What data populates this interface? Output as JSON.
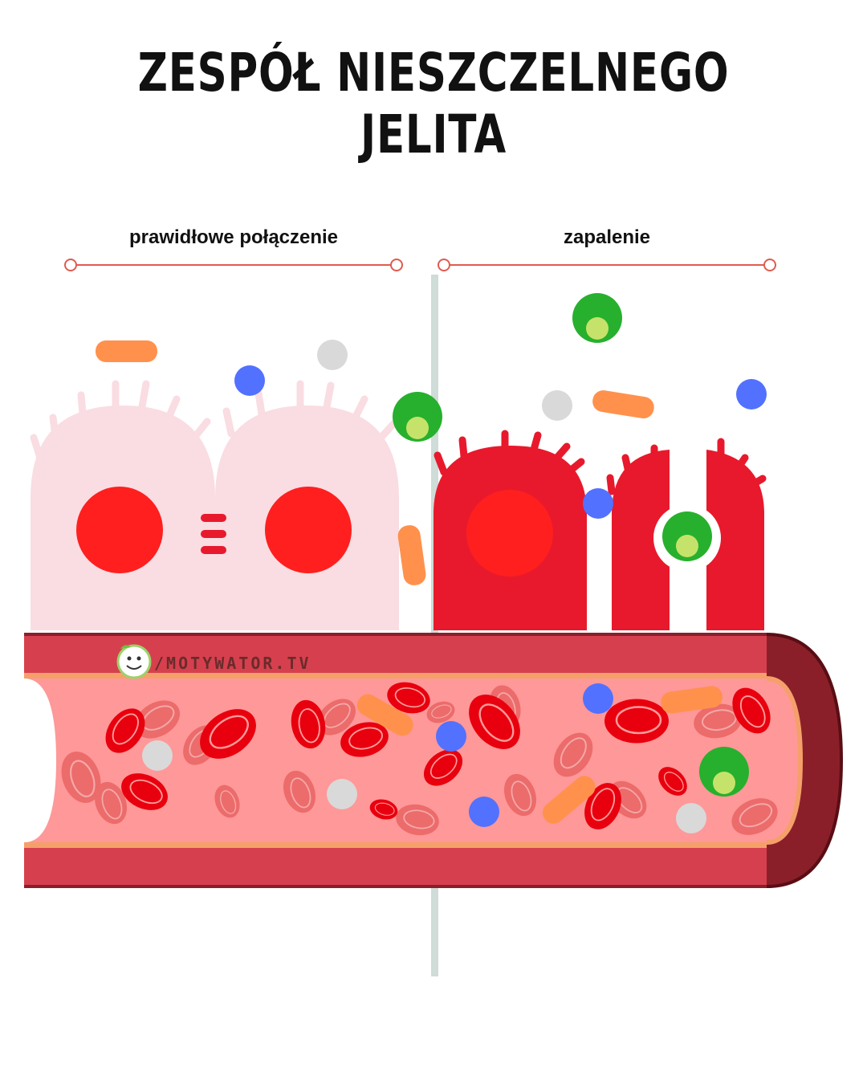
{
  "title": "ZESPÓŁ NIESZCZELNEGO JELITA",
  "sections": {
    "left_label": "prawidłowe połączenie",
    "right_label": "zapalenie"
  },
  "watermark": "/MOTYWATOR.TV",
  "colors": {
    "healthy_cell": "#f9dde2",
    "inflamed_cell": "#e8192c",
    "nucleus": "#ff1f1f",
    "vessel_wall": "#d6404e",
    "vessel_lumen": "#ff9898",
    "red_blood_cell": "#e8000e",
    "white_blood_cell": "#27b02d",
    "particle_blue": "#5271ff",
    "particle_gray": "#d9d9d9",
    "particle_orange": "#ff914d",
    "divider": "#cfdcd8",
    "bracket": "#e05a4f"
  }
}
